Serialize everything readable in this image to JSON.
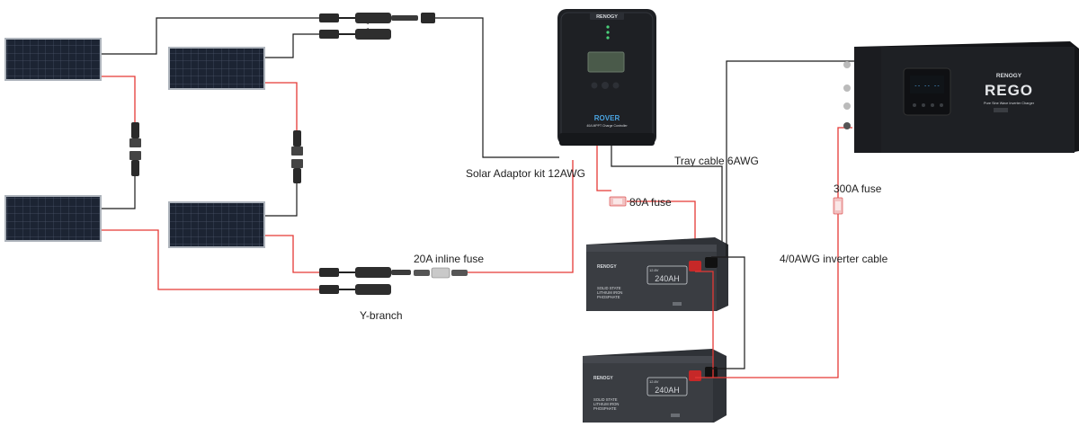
{
  "labels": {
    "solar_adaptor": "Solar Adaptor kit 12AWG",
    "tray_cable": "Tray cable 6AWG",
    "fuse_80a": "80A fuse",
    "fuse_300a": "300A fuse",
    "inline_fuse": "20A inline fuse",
    "inverter_cable": "4/0AWG inverter cable",
    "y_branch": "Y-branch"
  },
  "controller": {
    "brand": "RENOGY",
    "model": "ROVER",
    "subtitle": "40A MPPT Charge Controller"
  },
  "battery": {
    "brand": "RENOGY",
    "capacity": "240AH",
    "voltage": "12.8V",
    "line1": "SOLID STATE",
    "line2": "LITHIUM IRON",
    "line3": "PHOSPHATE"
  },
  "inverter": {
    "brand": "RENOGY",
    "model": "REGO",
    "subtitle": "Pure Sine Wave Inverter Charger"
  },
  "colors": {
    "positive_wire": "#e53935",
    "negative_wire": "#1a1a1a",
    "device_body": "#1e2024",
    "battery_body": "#3a3d42",
    "panel_cell": "#1c2433"
  }
}
